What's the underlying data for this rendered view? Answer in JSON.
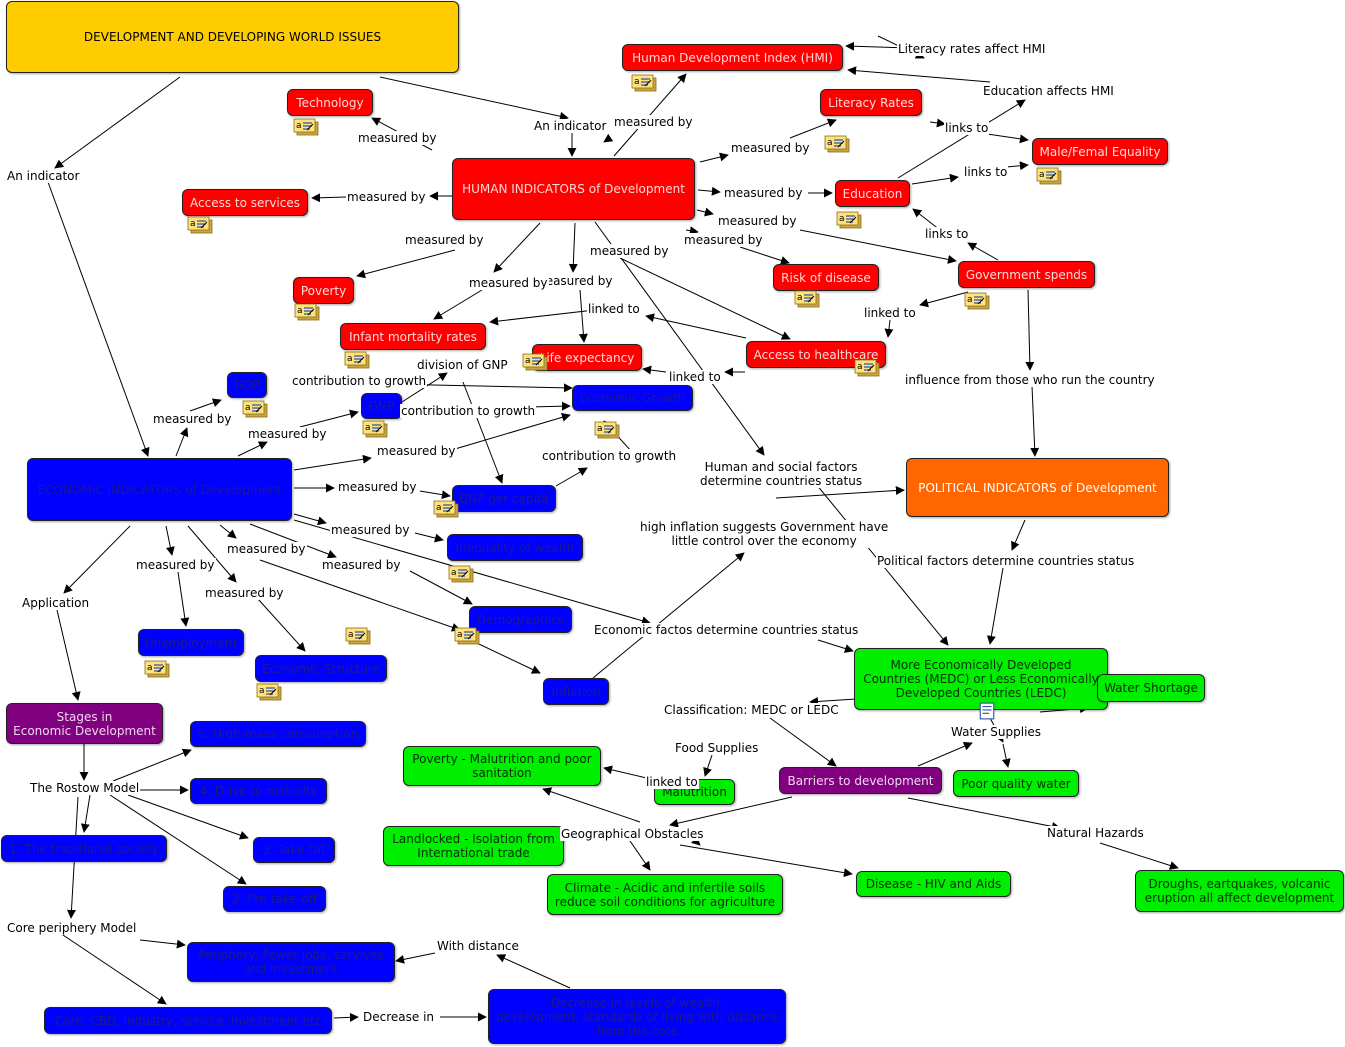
{
  "colors": {
    "title_node": "#ffcc00",
    "human": "#ff0000",
    "economic": "#0000ff",
    "political": "#ff6600",
    "status": "#00ee00",
    "barrier": "#800080",
    "resource_icon": "#ffe27a"
  },
  "icons": {
    "resource": "resource-note-icon",
    "document": "document-icon"
  },
  "nodes": {
    "title": "DEVELOPMENT AND DEVELOPING WORLD ISSUES",
    "hmi": "Human Development Index (HMI)",
    "technology": "Technology",
    "literacy": "Literacy Rates",
    "male_female": "Male/Femal Equality",
    "human_indicators": "HUMAN INDICATORS of Development",
    "access_services": "Access to services",
    "education": "Education",
    "gov_spends": "Government spends",
    "risk_disease": "Risk of disease",
    "poverty": "Poverty",
    "infant_mortality": "Infant mortality rates",
    "life_expectancy": "Life expectancy",
    "access_health": "Access to healthcare",
    "gdp": "GDP",
    "gnp": "GNP",
    "econ_growth": "Economic Growth",
    "economic_indicators": "ECONOMIC INDICATORS of Development",
    "gnp_capita": "GNP per capita",
    "political": "POLITICAL INDICATORS of Development",
    "inequality": "Inequality of wealth",
    "unemployment": "Unemployment",
    "demographics": "Demographics",
    "econ_structure": "Economic Structure",
    "inflation": "Inflation",
    "medc": "More Economically Developed\nCountries (MEDC) or Less Economically\nDeveloped Countries (LEDC)",
    "water_shortage": "Water Shortage",
    "stages": "Stages in\nEconomic Development",
    "mass_consumption": "5. High-mass consumption",
    "maturity": "4. Drive to maturity",
    "traditional": "1. The traditional society",
    "take_off": "3. Take Off",
    "pre_take_off": "2. Pre-take-off",
    "poverty_malnutrition": "Poverty - Malutrition and poor\nsanitation",
    "malutrition": "Malutrition",
    "barriers": "Barriers to development",
    "poor_water": "Poor quality water",
    "landlocked": "Landlocked - Isolation from\nInternational trade",
    "climate": "Climate - Acidic and infertile soils\nreduce soil conditions for agriculture",
    "disease_hiv": "Disease - HIV and Aids",
    "droughts": "Droughs, eartquakes, volcanic\neruption all affect development",
    "periphery": "Periphery: Fewer jobs, servives\nand investment",
    "core": "Core: CBD, industry, service, investment etc",
    "decrease_levels": "Decrease in levels of wealth,\ndevelopment, standards of living with distance\nfrom the core"
  },
  "labels": {
    "literacy_affect": "Literacy rates affect HMI",
    "education_affects": "Education affects HMI",
    "an_indicator_1": "An indicator",
    "an_indicator_2": "An indicator",
    "measured_by": "measured by",
    "links_to": "links to",
    "linked_to": "linked to",
    "influence": "influence from those who run the country",
    "division_gnp": "division of GNP",
    "contribution_growth": "contribution to growth",
    "human_social": "Human and social factors\ndetermine countries status",
    "high_inflation": "high inflation suggests Government have\nlittle control over the economy",
    "political_factors": "Political factors determine countries status",
    "application": "Application",
    "economic_factos": "Economic factos determine countries status",
    "classification": "Classification: MEDC or LEDC",
    "water_supplies": "Water Supplies",
    "food_supplies": "Food Supplies",
    "rostow": "The Rostow Model",
    "geographical": "Geographical Obstacles",
    "natural_hazards": "Natural Hazards",
    "core_periphery": "Core periphery Model",
    "with_distance": "With distance",
    "decrease_in": "Decrease in"
  }
}
